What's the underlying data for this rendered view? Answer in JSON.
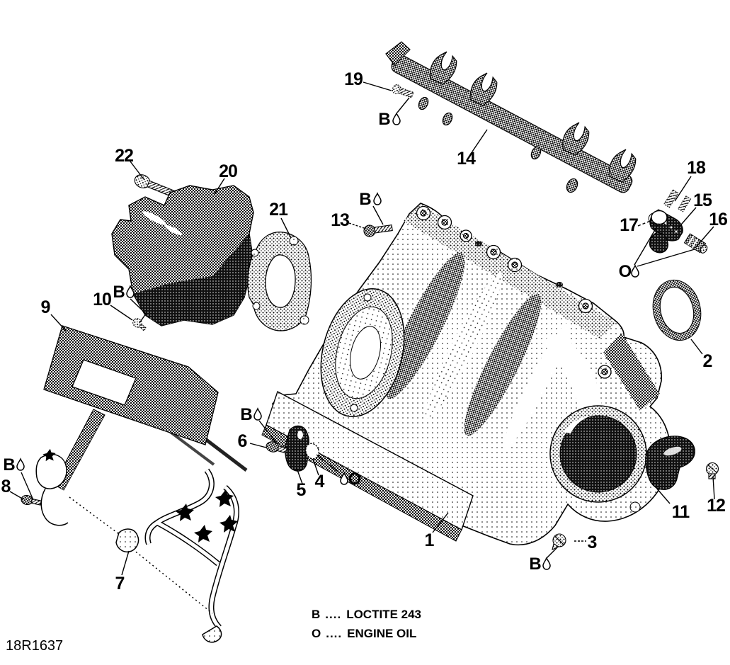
{
  "drawing_number": "18R1637",
  "legend": {
    "items": [
      {
        "symbol": "B",
        "dots": "....",
        "meaning": "LOCTITE 243"
      },
      {
        "symbol": "O",
        "dots": "....",
        "meaning": "ENGINE OIL"
      }
    ]
  },
  "markers": {
    "loctite": "B",
    "engine_oil": "O"
  },
  "callouts": {
    "n1": "1",
    "n2": "2",
    "n3": "3",
    "n4": "4",
    "n5": "5",
    "n6": "6",
    "n7": "7",
    "n8": "8",
    "n9": "9",
    "n10": "10",
    "n11": "11",
    "n12": "12",
    "n13": "13",
    "n14": "14",
    "n15": "15",
    "n16": "16",
    "n17": "17",
    "n18": "18",
    "n19": "19",
    "n20": "20",
    "n21": "21",
    "n22": "22"
  },
  "ink_color": "#000000",
  "background_color": "#ffffff"
}
